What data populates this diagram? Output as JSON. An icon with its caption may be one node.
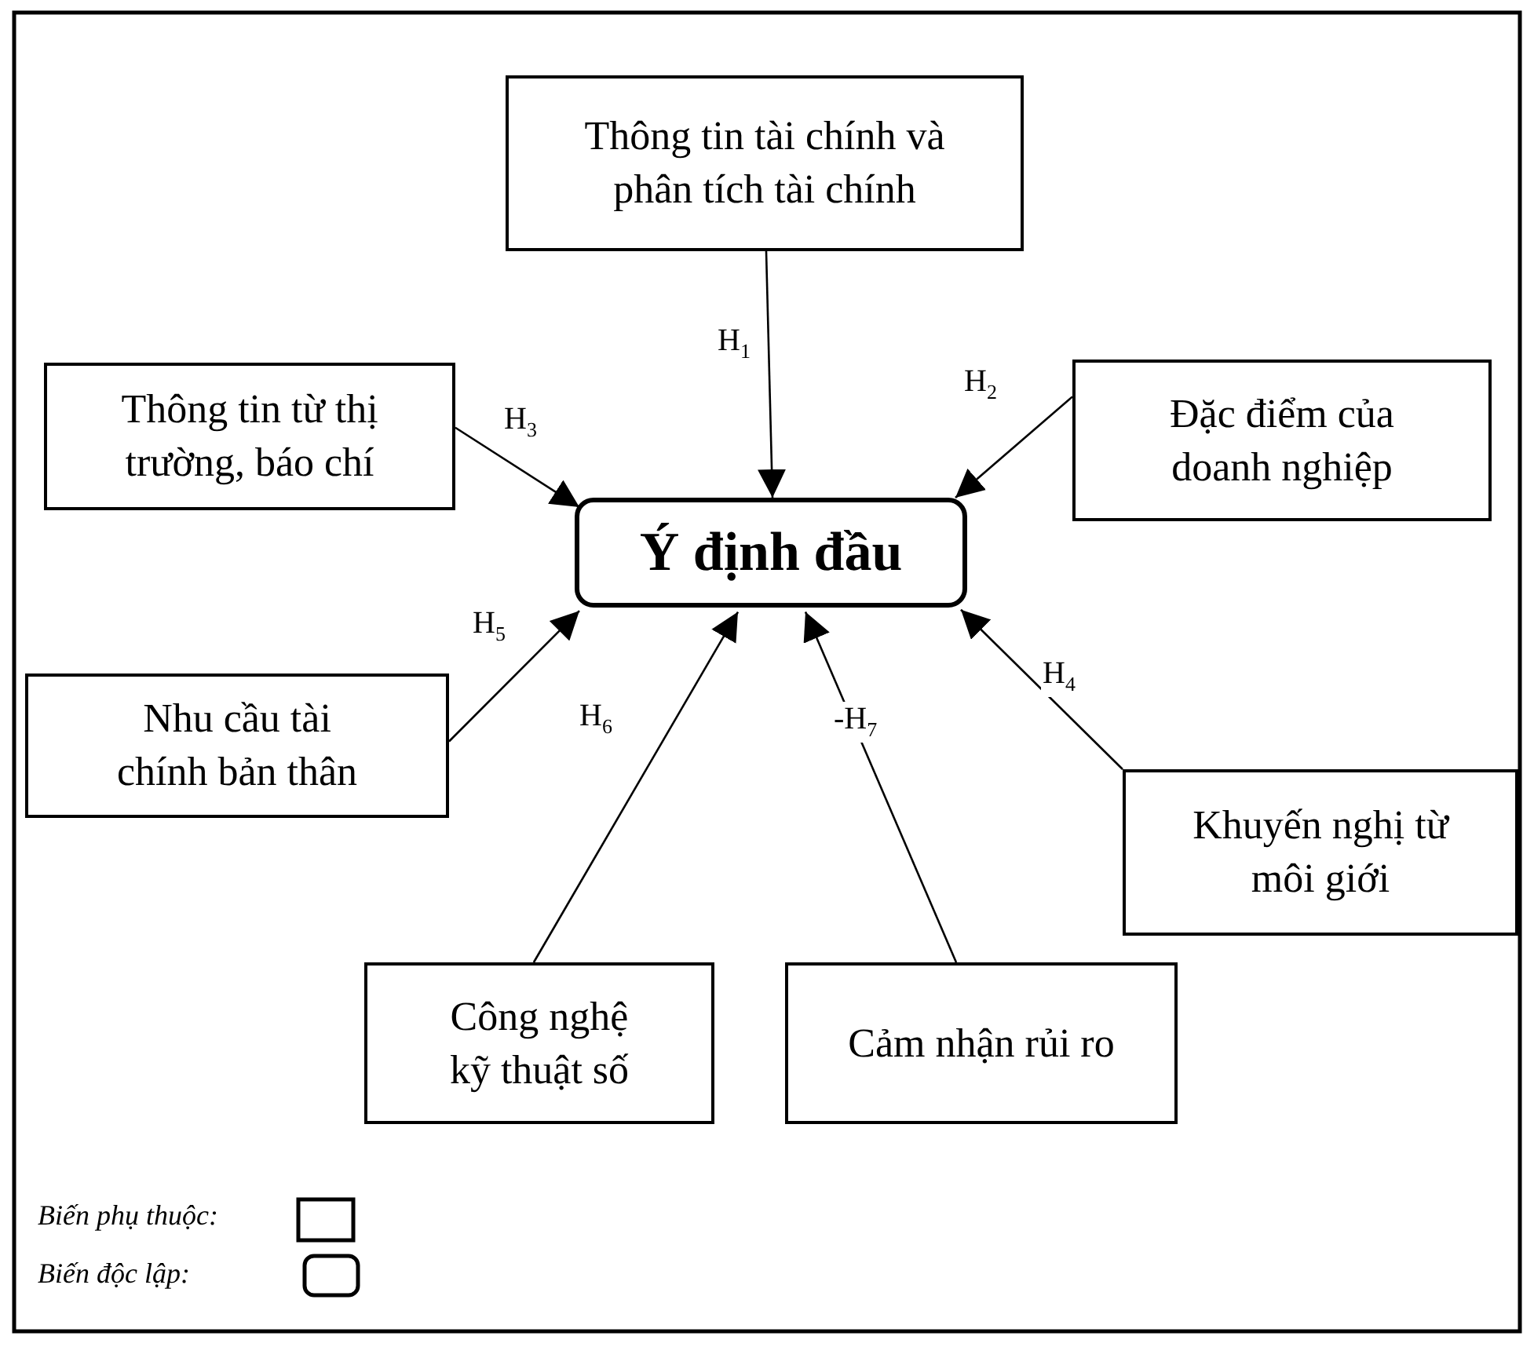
{
  "diagram": {
    "nodes": [
      {
        "text": [
          "Thông tin tài chính và phân tích tài chính"
        ]
      },
      {
        "text": [
          "Thông tin từ thị trường, báo chí"
        ]
      },
      {
        "text": [
          "Đặc điểm của doanh nghiệp"
        ]
      },
      {
        "text": [
          "Ý định đầu"
        ]
      },
      {
        "text": [
          "Nhu cầu tài chính bản thân"
        ]
      },
      {
        "text": [
          "Khuyến nghị từ môi giới"
        ]
      },
      {
        "text": [
          "Công nghệ kỹ thuật số"
        ]
      },
      {
        "text": [
          "Cảm nhận rủi ro"
        ]
      }
    ],
    "edges": [
      {
        "from": 0,
        "to": 3,
        "arrow": "to",
        "label": "H$_{1}$"
      },
      {
        "from": 2,
        "to": 3,
        "arrow": "to",
        "label": "H$_{2}$"
      },
      {
        "from": 1,
        "to": 3,
        "arrow": "to",
        "label": "H$_{3}$"
      },
      {
        "from": 5,
        "to": 3,
        "arrow": "to",
        "label": "H$_{4}$"
      },
      {
        "from": 4,
        "to": 3,
        "arrow": "to",
        "label": "H$_{5}$"
      },
      {
        "from": 6,
        "to": 3,
        "arrow": "to",
        "label": "H$_{6}$"
      },
      {
        "from": 7,
        "to": 3,
        "arrow": "to",
        "label": "-H$_{7}$"
      }
    ],
    "legend": [
      {
        "text": "Biến phụ thuộc:"
      },
      {
        "text": "Biến độc lập:"
      }
    ]
  }
}
